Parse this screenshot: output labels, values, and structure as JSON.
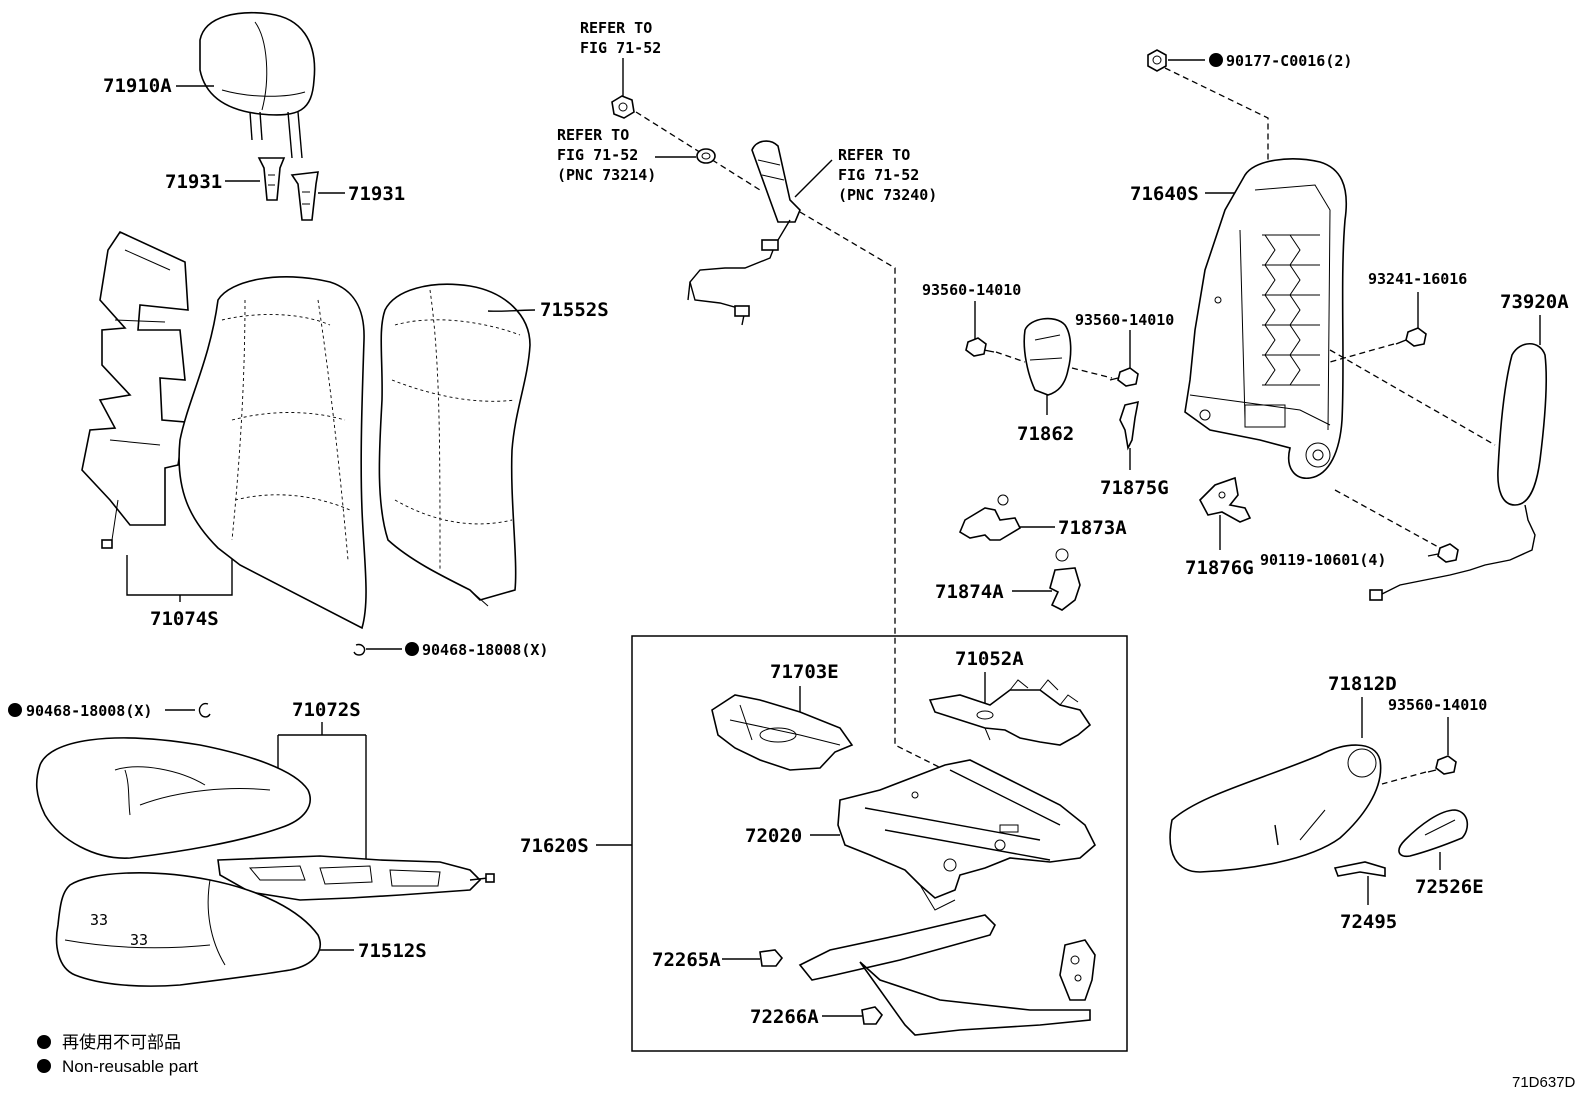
{
  "figure_id": "71D637D",
  "legend": {
    "japanese": "再使用不可部品",
    "english": "Non-reusable part"
  },
  "parts": {
    "headrest": "71910A",
    "headrest_guide_left": "71931",
    "headrest_guide_right": "71931",
    "back_pad_heater": "71074S",
    "back_pad": "71552S",
    "hog_ring_upper": "90468-18008(X)",
    "hog_ring_lower": "90468-18008(X)",
    "cushion_cover": "71072S",
    "cushion_pad": "71512S",
    "seat_adjuster": "71620S",
    "cushion_frame_panel": "71703E",
    "cushion_spring": "71052A",
    "adjuster_frame": "72020",
    "clip_a": "72265A",
    "clip_b": "72266A",
    "back_frame": "71640S",
    "nut_top": "90177-C0016(2)",
    "screw_left": "93560-14010",
    "screw_mid": "93560-14010",
    "bolt_right": "93241-16016",
    "side_airbag": "73920A",
    "back_cover_trim": "71862",
    "clip_g": "71875G",
    "bracket_a": "71873A",
    "clip_74a": "71874A",
    "bracket_g": "71876G",
    "bolt_bottom": "90119-10601(4)",
    "shield": "71812D",
    "screw_shield": "93560-14010",
    "knob": "72526E",
    "lever": "72495"
  },
  "references": {
    "ref1": [
      "REFER TO",
      "FIG 71-52"
    ],
    "ref2": [
      "REFER TO",
      "FIG 71-52",
      "(PNC 73214)"
    ],
    "ref3": [
      "REFER TO",
      "FIG 71-52",
      "(PNC 73240)"
    ]
  }
}
